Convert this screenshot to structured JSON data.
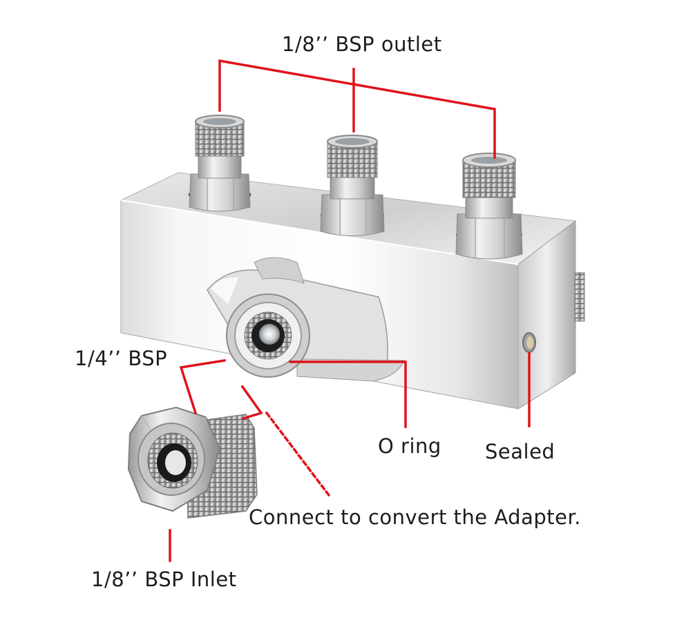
{
  "labels": {
    "outlet": "1/8’’ BSP outlet",
    "quarter_bsp": "1/4’’ BSP",
    "o_ring": "O ring",
    "sealed": "Sealed",
    "connect": "Connect to convert the Adapter.",
    "inlet": "1/8’’ BSP Inlet"
  },
  "colors": {
    "leader_line": "#e0121a",
    "text": "#1c1c1c",
    "metal_light": "#f4f4f4",
    "metal_mid": "#c9c9c9",
    "metal_dark": "#7a7a7a",
    "o_ring": "#222222"
  }
}
